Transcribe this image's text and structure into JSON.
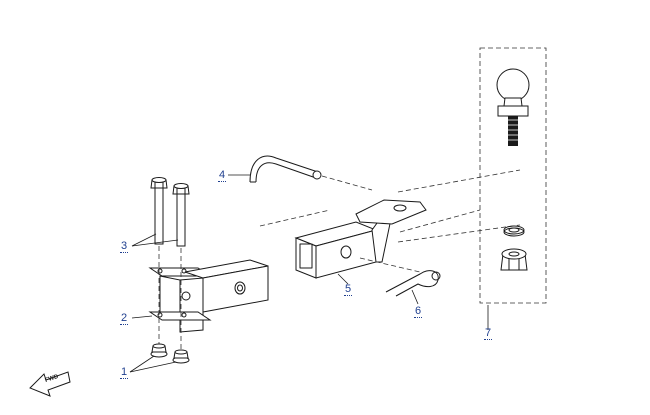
{
  "callouts": {
    "c1": "1",
    "c2": "2",
    "c3": "3",
    "c4": "4",
    "c5": "5",
    "c6": "6",
    "c7": "7"
  },
  "fwd_arrow": {
    "label": "FWD"
  },
  "colors": {
    "callout": "#1f3f8f",
    "line": "#1a1a1a"
  }
}
